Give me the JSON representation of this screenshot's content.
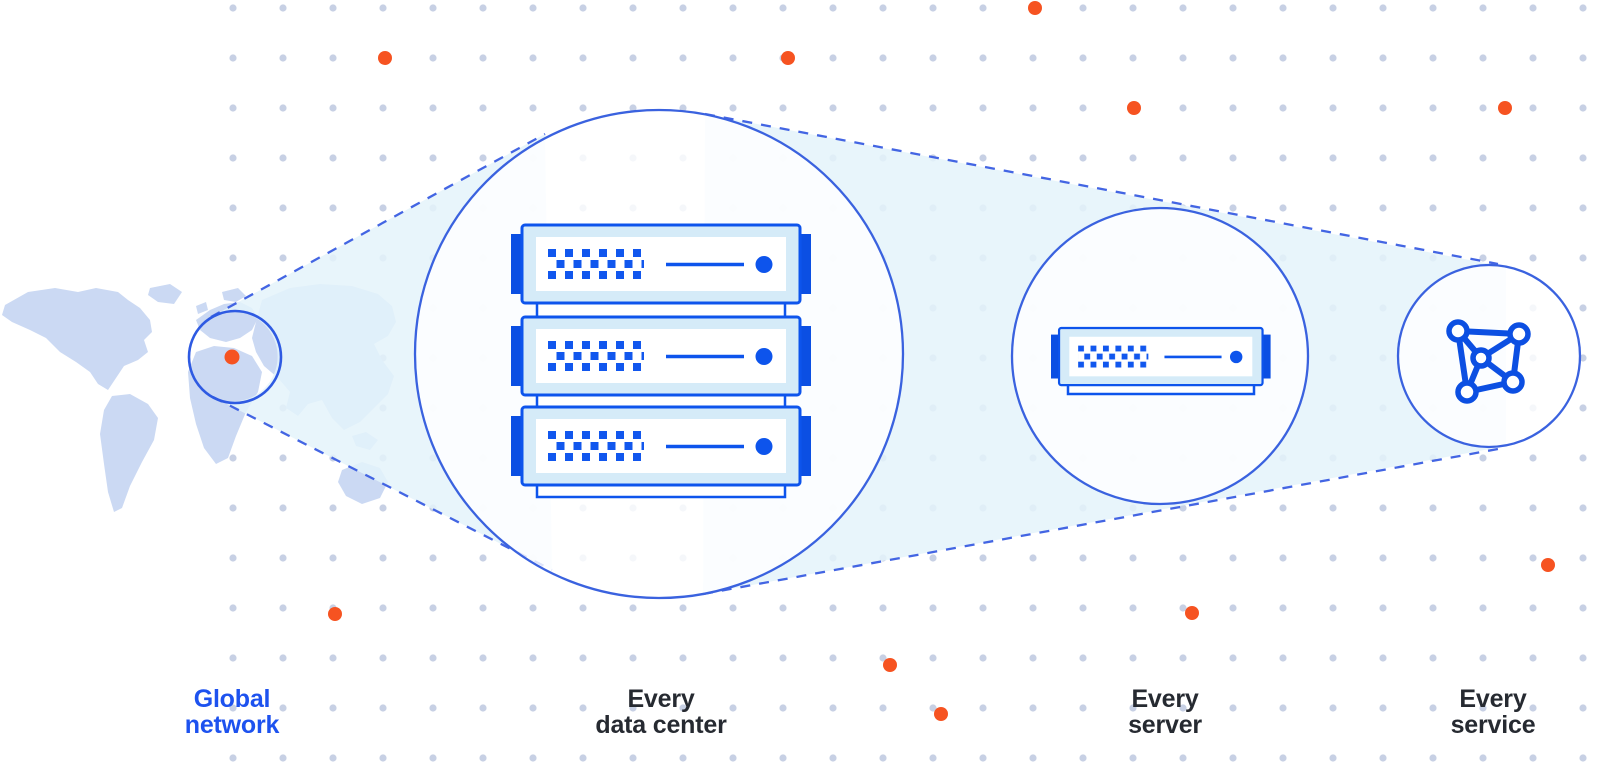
{
  "labels": {
    "global_network": "Global\nnetwork",
    "every_data_center": "Every\ndata center",
    "every_server": "Every\nserver",
    "every_service": "Every\nservice"
  },
  "colors": {
    "label_blue": "#1D52EF",
    "label_dark": "#262A31",
    "server_border_blue": "#0D54EC",
    "server_tab_blue": "#0B4FE3",
    "server_body_light": "#D5EBF8",
    "circle_outline_blue": "#3A62DF",
    "dashed_line_blue": "#4365E3",
    "cone_cyan": "#E4F3FA",
    "map_fill": "#CBD9F3",
    "grid_dot": "#C7D0E4",
    "accent_orange": "#F65321"
  },
  "icons": {
    "map_marker": "location-dot-icon",
    "data_center": "server-rack-icon",
    "server": "server-unit-icon",
    "service": "network-graph-icon"
  }
}
